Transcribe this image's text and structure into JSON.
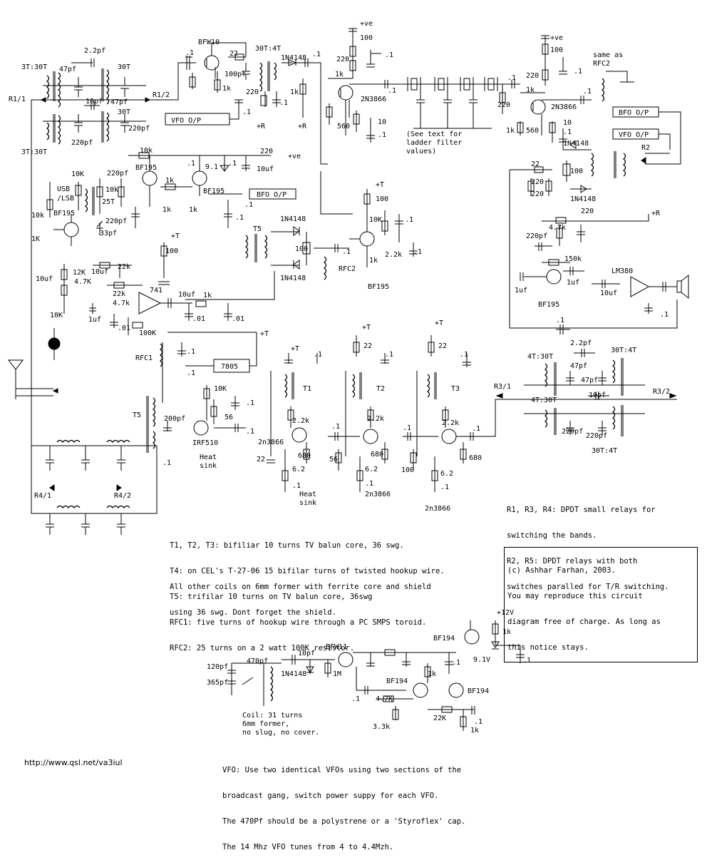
{
  "labels": {
    "r1_1": "R1/1",
    "r1_2": "R1/2",
    "r2": "R2",
    "r3_1": "R3/1",
    "r3_2": "R3/2",
    "r4_1": "R4/1",
    "r4_2": "R4/2",
    "t3t30t_a": "3T:30T",
    "t3t30t_b": "3T:30T",
    "t30t_a": "30T",
    "t30t_b": "30T",
    "t30t4t": "30T:4T",
    "p47_a": "47pf",
    "p47_b": "47pf",
    "p2_2": "2.2pf",
    "p10": "10pf",
    "p220_a": "220pf",
    "p220_b": "220pf",
    "bfw10": "BFW10",
    "r22": "22",
    "p100": "100pf",
    "r1k_a": "1k",
    "r220_a": "220",
    "c1_a": ".1",
    "c1_b": ".1",
    "c1_c": ".1",
    "plusr_a": "+R",
    "plusr_b": "+R",
    "d1n4148_a": "1N4148",
    "r1k_b": "1k",
    "c1_d": ".1",
    "vfo_op_a": "VFO O/P",
    "plusve_a": "+ve",
    "r100_a": "100",
    "r220_b": "220",
    "r1k_c": "1k",
    "t2n3866_a": "2N3866",
    "c1_e": ".1",
    "c1_f": ".1",
    "r560_a": "560",
    "r10_a": "10",
    "c1_g": ".1",
    "ladder_note_1": "(See text for",
    "ladder_note_2": "ladder filter",
    "ladder_note_3": "values)",
    "r220_c": "220",
    "c1_h": ".1",
    "plusve_b": "+ve",
    "r100_b": "100",
    "r220_d": "220",
    "c1_i": ".1",
    "r1k_d": "1k",
    "t2n3866_b": "2N3866",
    "c1_j": ".1",
    "r1k_e": "1k",
    "r560_b": "560",
    "r10_b": "10",
    "c1_k": ".1",
    "d1n4148_b": "1N4148",
    "same_as_1": "same as",
    "same_as_2": "RFC2",
    "bfo_op_a": "BFO O/P",
    "vfo_op_b": "VFO O/P",
    "r22_b": "22",
    "r220_e": "220",
    "r220_f": "220",
    "r100_c": "100",
    "d1n4148_c": "1N4148",
    "r10k_a": "10k",
    "r220_g": "220",
    "plusve_c": "+ve",
    "bf195_a": "BF195",
    "c1_l": ".1",
    "c1_m": ".1",
    "d9_1": "9.1",
    "c10uf_a": "10uf",
    "r10k_b": "10K",
    "p220_c": "220pf",
    "r10k_c": "10k",
    "r1k_f": "1k",
    "bf195_b": "BF195",
    "usb_1": "USB",
    "usb_2": "/LSB",
    "t25t": "25T",
    "bfo_op_b": "BFO O/P",
    "r10k_d": "10k",
    "bf195_c": "BF195",
    "r1k_g": "1K",
    "p220_d": "220pf",
    "p33": "33pf",
    "r1k_h": "1k",
    "r1k_i": "1k",
    "c1_n": ".1",
    "c1_o": ".1",
    "plust_a": "+T",
    "r100_d": "100",
    "t5_a": "T5",
    "d1n4148_d": "1N4148",
    "d1n4148_e": "1N4148",
    "r100_e": "100",
    "c1_p": ".1",
    "rfc2": "RFC2",
    "plust_b": "+T",
    "r100_f": "100",
    "r10k_e": "10K",
    "c1_q": ".1",
    "r2_2k_a": "2.2k",
    "c1_r": ".1",
    "r1k_j": "1k",
    "bf195_d": "BF195",
    "r12k": "12K",
    "c10uf_b": "10uf",
    "r22k_a": "22k",
    "r4_7k_a": "4.7K",
    "r22k_b": "22k",
    "c10uf_c": "10uf",
    "r4_7k_b": "4.7k",
    "ic741": "741",
    "c10uf_d": "10uf",
    "r1k_k": "1k",
    "r10k_f": "10K",
    "c1uf_a": "1uf",
    "c01_a": ".01",
    "r100k": "100K",
    "c01_b": ".01",
    "c01_c": ".01",
    "r4_7k_c": "4.7k",
    "r220_h": "220",
    "plusr_c": "+R",
    "p220_e": "220pf",
    "r150k": "150k",
    "c1uf_b": "1uf",
    "c1uf_c": "1uf",
    "lm380": "LM380",
    "c10uf_e": "10uf",
    "bf195_e": "BF195",
    "c1_s": ".1",
    "c1_t": ".1",
    "plust_c": "+T",
    "rfc1": "RFC1",
    "c1_u": ".1",
    "ic7805": "7805",
    "c1_v": ".1",
    "r10k_g": "10K",
    "c1_w": ".1",
    "r56_a": "56",
    "p200": "200pf",
    "t5_b": "T5",
    "irf510": "IRF510",
    "heat_1": "Heat",
    "heat_2": "sink",
    "c1_x": ".1",
    "c1_y": ".1",
    "plust_d": "+T",
    "c1_z": ".1",
    "t1": "T1",
    "r2_2k_b": "2.2k",
    "t2n3866_c": "2n3866",
    "r22_c": "22",
    "r680_a": "680",
    "r6_2_a": "6.2",
    "c1_aa": ".1",
    "heat_3": "Heat",
    "heat_4": "sink",
    "plust_e": "+T",
    "r22_d": "22",
    "c1_ab": ".1",
    "t2": "T2",
    "r2_2k_c": "2.2k",
    "c1_ac": ".1",
    "r56_b": "56",
    "r680_b": "680",
    "r6_2_b": "6.2",
    "c1_ad": ".1",
    "t2n3866_d": "2n3866",
    "plust_f": "+T",
    "r22_e": "22",
    "c1_ae": ".1",
    "t3": "T3",
    "r2_2k_d": "2.2k",
    "c1_af": ".1",
    "r100_g": "100",
    "r680_c": "680",
    "r6_2_c": "6.2",
    "c1_ag": ".1",
    "t2n3866_e": "2n3866",
    "c1_ah": ".1",
    "c1_ai": ".1",
    "t4t30t_a": "4T:30T",
    "t4t30t_b": "4T:30T",
    "p2_2_b": "2.2pf",
    "t30t4t_b": "30T:4T",
    "t30t4t_c": "30T:4T",
    "p47_c": "47pf",
    "p47_d": "47pf",
    "p10_b": "10pf",
    "p220_f": "220pf",
    "p220_g": "220pf",
    "plus12v": "+12V",
    "bf194_a": "BF194",
    "r1k_l": "1k",
    "d9_1v": "9.1V",
    "c1_aj": ".1",
    "bfw11": "BFW11",
    "p470": "470pf",
    "p10_c": "10pf",
    "p120": "120pf",
    "p365": "365pf",
    "d1n4148_f": "1N4148",
    "r1m": "1M",
    "c1_ak": ".1",
    "r1k_m": "1k",
    "bf194_b": "BF194",
    "bf194_c": "BF194",
    "r4_7k_d": "4.7K",
    "c1_al": ".1",
    "r22k_c": "22K",
    "c1_am": ".1",
    "r1k_n": "1k",
    "r3_3k": "3.3k",
    "coil_1": "Coil: 31 turns",
    "coil_2": "6mm former,",
    "coil_3": "no slug, no cover."
  },
  "notes": {
    "windings": [
      "T1, T2, T3: bifiliar 10 turns TV balun core, 36 swg.",
      "T4: on CEL's T-27-06 15 bifilar turns of twisted hookup wire.",
      "T5: trifilar 10 turns on TV balun core, 36swg",
      "RFC1: five turns of hookup wire through a PC SMPS toroid.",
      "RFC2: 25 turns on a 2 watt 100K resistor."
    ],
    "coils": [
      "All other coils on 6mm former with ferrite core and shield",
      "using 36 swg. Dont forget the shield."
    ],
    "relays": [
      "R1, R3, R4: DPDT small relays for",
      "switching the bands.",
      "R2, R5: DPDT relays with both",
      "switches paralled for T/R switching."
    ],
    "copyright": [
      "(c) Ashhar Farhan, 2003.",
      "You may reproduce this circuit",
      "diagram free of charge. As long as",
      "this notice stays."
    ],
    "vfo": [
      "VFO: Use two identical VFOs using two sections of the",
      "broadcast gang, switch power suppy for each VFO.",
      "The 470Pf should be a polystrene or a 'Styroflex' cap.",
      "The 14 Mhz VFO tunes from 4 to 4.4Mzh."
    ],
    "url": "http://www.qsl.net/va3iul"
  }
}
